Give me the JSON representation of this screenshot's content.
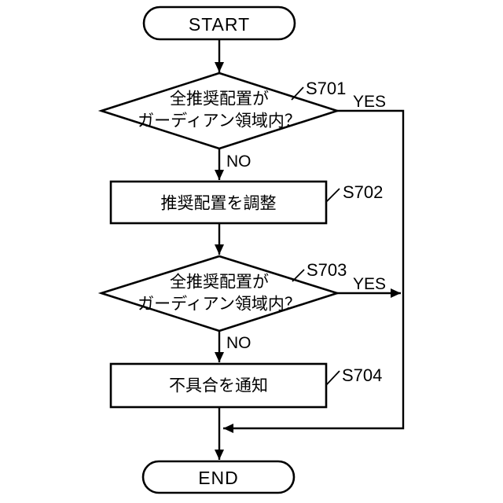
{
  "diagram": {
    "type": "flowchart",
    "colors": {
      "line": "#000000",
      "background": "#ffffff",
      "node_fill": "#ffffff"
    },
    "nodes": {
      "start": {
        "type": "terminator",
        "label": "START"
      },
      "s701": {
        "type": "decision",
        "step": "S701",
        "line1": "全推奨配置が",
        "line2": "ガーディアン領域内？"
      },
      "s702": {
        "type": "process",
        "step": "S702",
        "label": "推奨配置を調整"
      },
      "s703": {
        "type": "decision",
        "step": "S703",
        "line1": "全推奨配置が",
        "line2": "ガーディアン領域内？"
      },
      "s704": {
        "type": "process",
        "step": "S704",
        "label": "不具合を通知"
      },
      "end": {
        "type": "terminator",
        "label": "END"
      }
    },
    "edges": {
      "s701_yes_label": "YES",
      "s701_no_label": "NO",
      "s703_yes_label": "YES",
      "s703_no_label": "NO"
    }
  }
}
